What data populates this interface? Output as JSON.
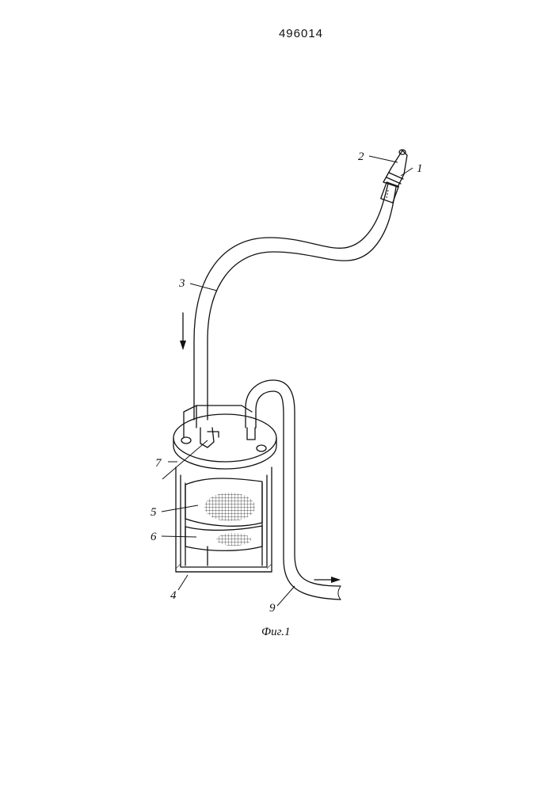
{
  "document": {
    "number": "496014"
  },
  "figure": {
    "caption": "Фиг.1",
    "labels": {
      "l1": "1",
      "l2": "2",
      "l3": "3",
      "l4": "4",
      "l5": "5",
      "l6": "6",
      "l7": "7",
      "l9": "9"
    }
  }
}
